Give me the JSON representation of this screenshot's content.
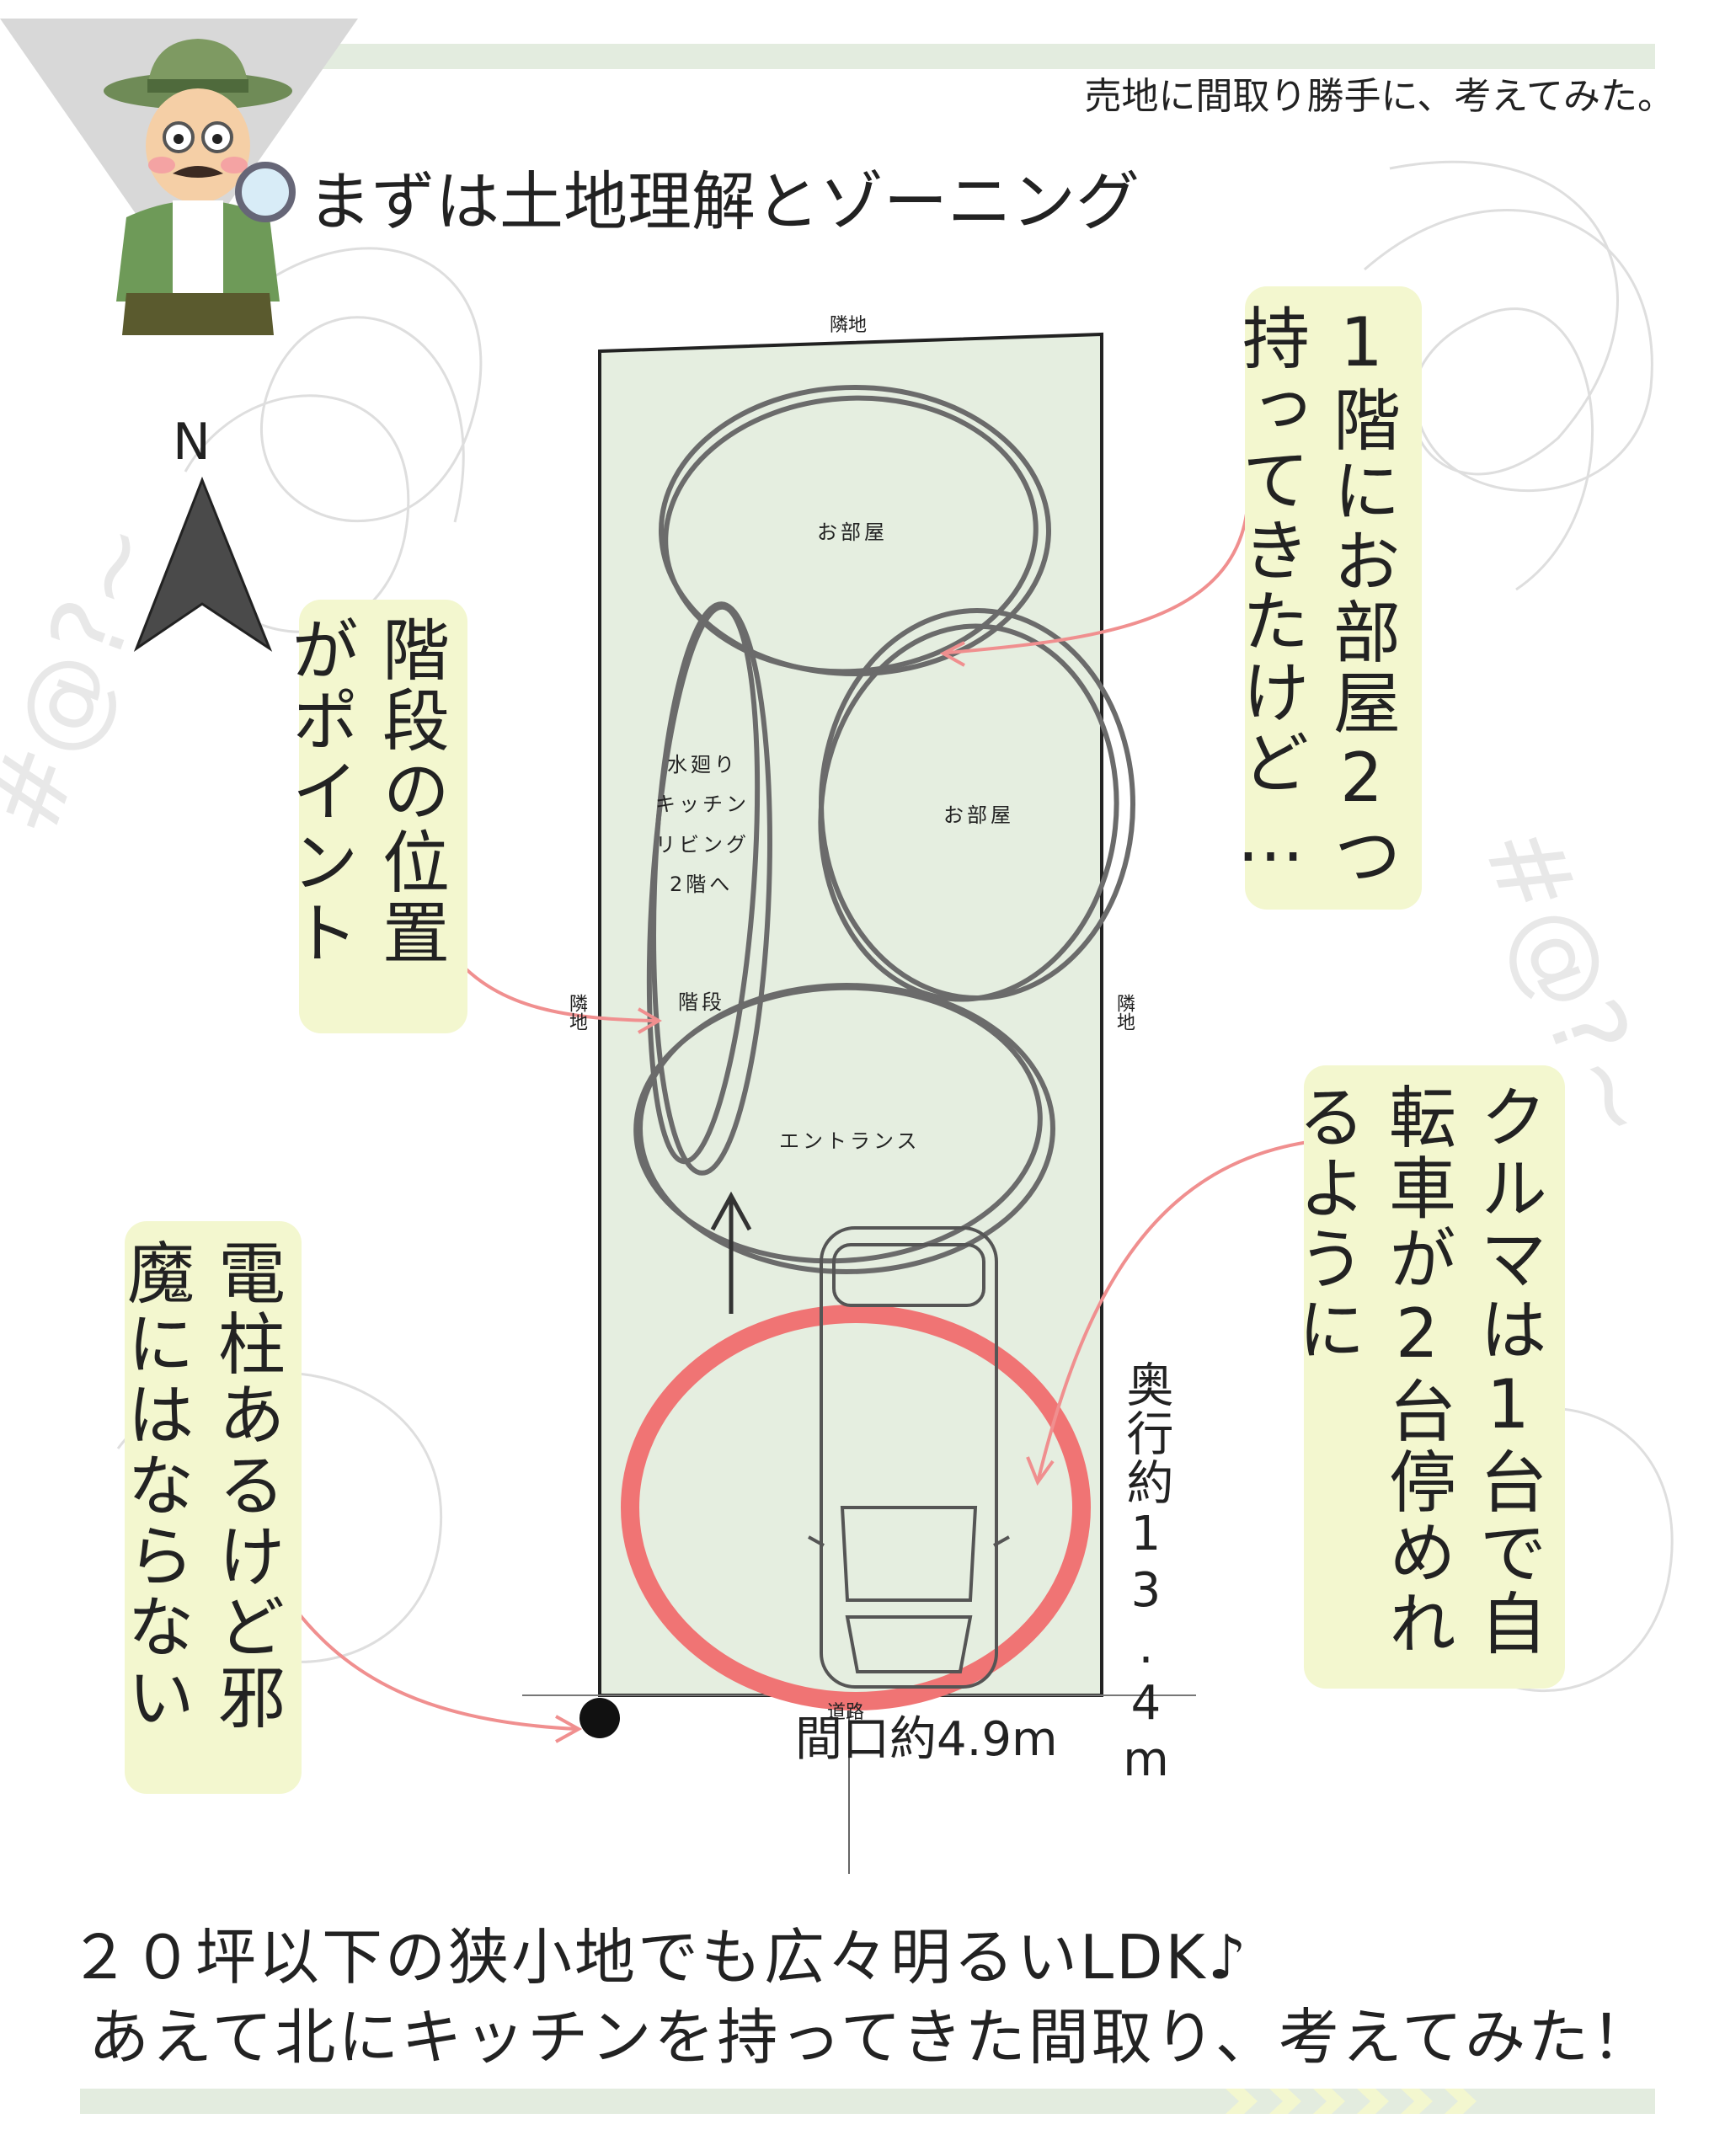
{
  "header": {
    "subtitle": "売地に間取り勝手に、考えてみた。",
    "title": "まずは土地理解とゾーニング"
  },
  "compass": {
    "label": "N"
  },
  "site": {
    "neighbor_top": "隣地",
    "neighbor_left": "隣地",
    "neighbor_right": "隣地",
    "road_label": "道路",
    "width_label": "間口約4.9m",
    "depth_label": "奥行約13.4m"
  },
  "zones": {
    "room_top": "お部屋",
    "room_middle": "お部屋",
    "wet_area_line1": "水廻り",
    "wet_area_line2": "キッチン",
    "wet_area_line3": "リビング",
    "wet_area_line4": "2階へ",
    "stairs": "階段",
    "entrance": "エントランス"
  },
  "callouts": {
    "rooms": "1階にお部屋2つ持ってきたけど…",
    "stairs": "階段の位置がポイント",
    "parking": "クルマは1台で自転車が2台停めれるように",
    "pole": "電柱あるけど邪魔にはならない"
  },
  "footer": {
    "line1": "２０坪以下の狭小地でも広々明るいLDK♪",
    "line2": "あえて北にキッチンを持ってきた間取り、考えてみた！"
  },
  "colors": {
    "band": "#e3ecdf",
    "bubble": "#f3f7cf",
    "site_fill": "#e5eee0",
    "arrow": "#f08f8f",
    "parking_circle": "#f07474"
  }
}
